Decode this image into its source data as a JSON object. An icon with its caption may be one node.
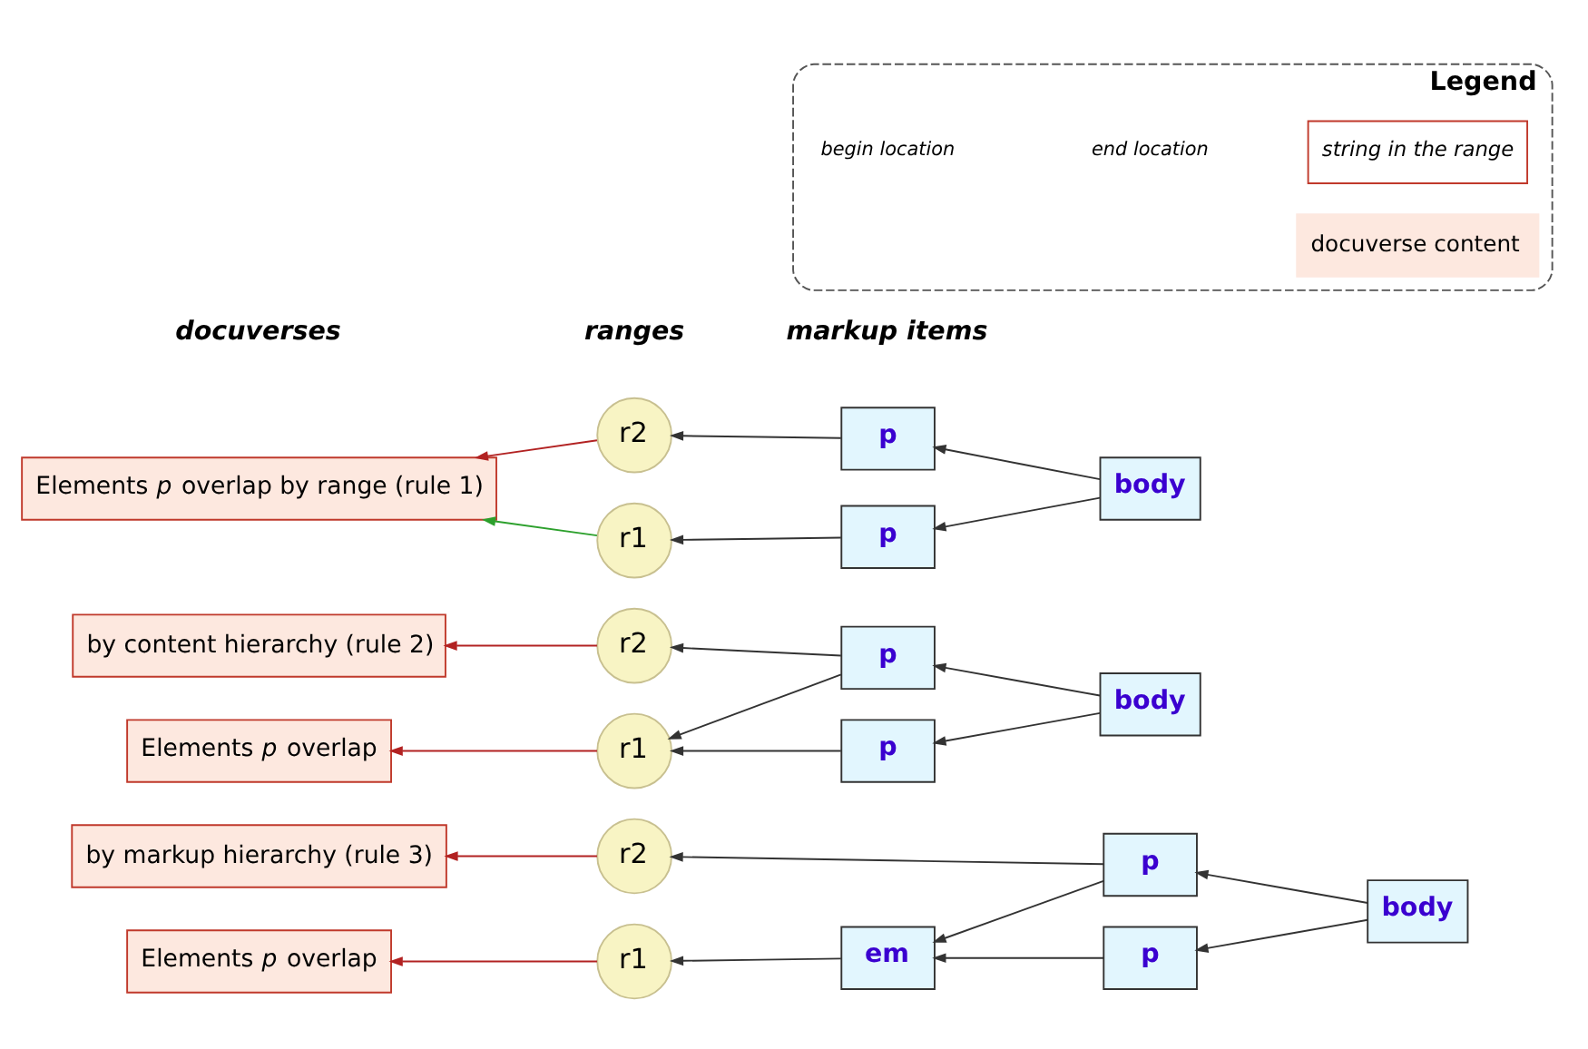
{
  "diagram": {
    "nodes": [
      {
        "text": [
          "Legend"
        ]
      },
      {
        "text": [
          "string in the range"
        ],
        "in": 0
      },
      {
        "text": [
          "docuverse content"
        ],
        "in": 0
      },
      {
        "text": [
          "r1"
        ]
      },
      {
        "text": [
          "p"
        ]
      },
      {
        "text": [
          "body"
        ]
      },
      {
        "text": [
          "r2"
        ]
      },
      {
        "text": [
          "p"
        ]
      },
      {
        "text": [
          "Elements *p* overlap by range (rule 1)"
        ]
      },
      {
        "text": [
          "r1"
        ]
      },
      {
        "text": [
          "p"
        ]
      },
      {
        "text": [
          "body"
        ]
      },
      {
        "text": [
          "r2"
        ]
      },
      {
        "text": [
          "p"
        ]
      },
      {
        "text": [
          "Elements *p* overlap"
        ]
      },
      {
        "text": [
          "by content hierarchy (rule 2)"
        ]
      },
      {
        "text": [
          "r1"
        ]
      },
      {
        "text": [
          "em"
        ]
      },
      {
        "text": [
          "p"
        ]
      },
      {
        "text": [
          "body"
        ]
      },
      {
        "text": [
          "r2"
        ]
      },
      {
        "text": [
          "p"
        ]
      },
      {
        "text": [
          "Elements *p* overlap"
        ]
      },
      {
        "text": [
          "by markup hierarchy (rule 3)"
        ]
      }
    ],
    "edges": [
      {
        "from": 4,
        "to": 3,
        "arrow": "to"
      },
      {
        "from": 5,
        "to": 4,
        "arrow": "to"
      },
      {
        "from": 5,
        "to": 7,
        "arrow": "to"
      },
      {
        "from": 7,
        "to": 6,
        "arrow": "to"
      },
      {
        "from": 3,
        "to": 8,
        "arrow": "to",
        "color": "#2ca02c"
      },
      {
        "from": 6,
        "to": 8,
        "arrow": "to",
        "color": "#b22222"
      },
      {
        "from": 10,
        "to": 9,
        "arrow": "to"
      },
      {
        "from": 11,
        "to": 10,
        "arrow": "to"
      },
      {
        "from": 11,
        "to": 13,
        "arrow": "to"
      },
      {
        "from": 13,
        "to": 9,
        "arrow": "to"
      },
      {
        "from": 13,
        "to": 12,
        "arrow": "to"
      },
      {
        "from": 9,
        "to": 14,
        "arrow": "to",
        "color": "#b22222"
      },
      {
        "from": 12,
        "to": 15,
        "arrow": "to",
        "color": "#b22222"
      },
      {
        "from": 17,
        "to": 16,
        "arrow": "to"
      },
      {
        "from": 18,
        "to": 17,
        "arrow": "to"
      },
      {
        "from": 19,
        "to": 18,
        "arrow": "to"
      },
      {
        "from": 19,
        "to": 21,
        "arrow": "to"
      },
      {
        "from": 21,
        "to": 17,
        "arrow": "to"
      },
      {
        "from": 21,
        "to": 20,
        "arrow": "to"
      },
      {
        "from": 16,
        "to": 22,
        "arrow": "to",
        "color": "#b22222"
      },
      {
        "from": 20,
        "to": 23,
        "arrow": "to",
        "color": "#b22222"
      }
    ],
    "labels": [
      "begin location",
      "end location",
      "docuverses",
      "ranges",
      "markup items"
    ]
  }
}
